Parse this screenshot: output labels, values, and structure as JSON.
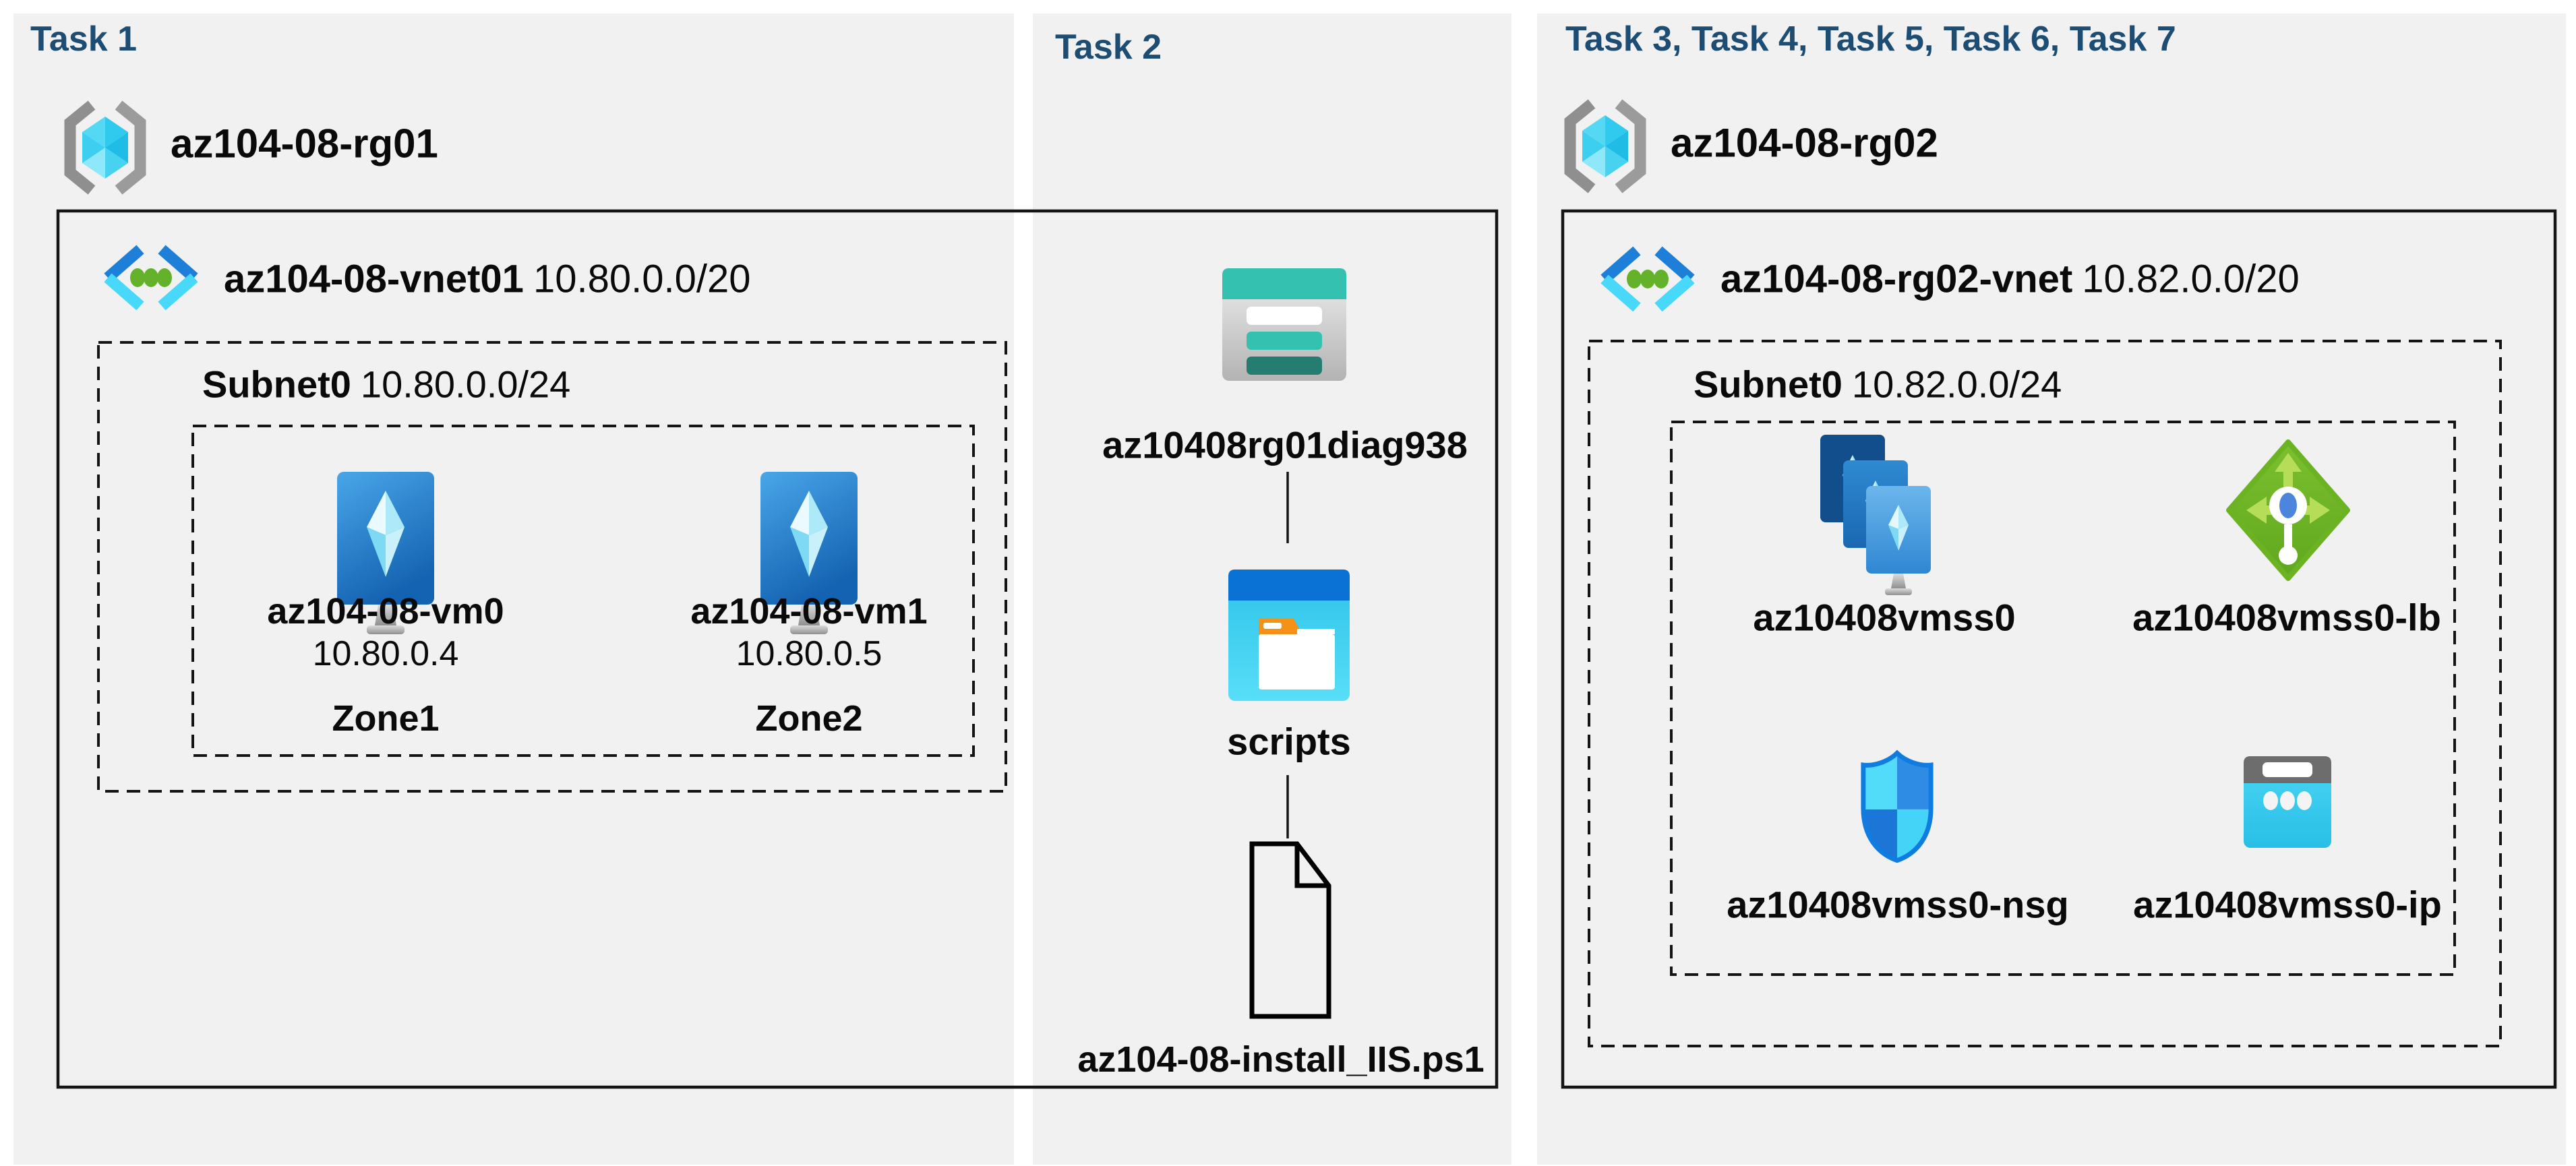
{
  "colors": {
    "header_blue": "#1d4d73",
    "panel_grey": "#f1f1f2",
    "outline_black": "#141414",
    "azure_blue": "#1e7fd8",
    "azure_cyan": "#48d8fa",
    "vnet_dot_green": "#64b22a",
    "vm_screen_blue": "#2a86d2",
    "storage_teal": "#35c1af",
    "storage_teal_dark": "#257d72",
    "blob_header_blue": "#0a72d4",
    "folder_tab_orange": "#f59116",
    "lb_green": "#72b929",
    "nsg_blue": "#0e7ce0",
    "ip_cyan": "#3bcff2",
    "ip_grey": "#6d6d6d"
  },
  "panel1": {
    "header": "Task 1",
    "resource_group": "az104-08-rg01",
    "vnet": {
      "name": "az104-08-vnet01",
      "cidr": "10.80.0.0/20"
    },
    "subnet": {
      "name": "Subnet0",
      "cidr": "10.80.0.0/24"
    },
    "vms": [
      {
        "name": "az104-08-vm0",
        "ip": "10.80.0.4",
        "zone": "Zone1"
      },
      {
        "name": "az104-08-vm1",
        "ip": "10.80.0.5",
        "zone": "Zone2"
      }
    ]
  },
  "panel2": {
    "header": "Task 2",
    "storage_account": "az10408rg01diag938",
    "container": "scripts",
    "file": "az104-08-install_IIS.ps1"
  },
  "panel3": {
    "header": "Task 3, Task 4, Task 5, Task 6, Task 7",
    "resource_group": "az104-08-rg02",
    "vnet": {
      "name": "az104-08-rg02-vnet",
      "cidr": "10.82.0.0/20"
    },
    "subnet": {
      "name": "Subnet0",
      "cidr": "10.82.0.0/24"
    },
    "resources": [
      {
        "name": "az10408vmss0"
      },
      {
        "name": "az10408vmss0-lb"
      },
      {
        "name": "az10408vmss0-nsg"
      },
      {
        "name": "az10408vmss0-ip"
      }
    ]
  }
}
